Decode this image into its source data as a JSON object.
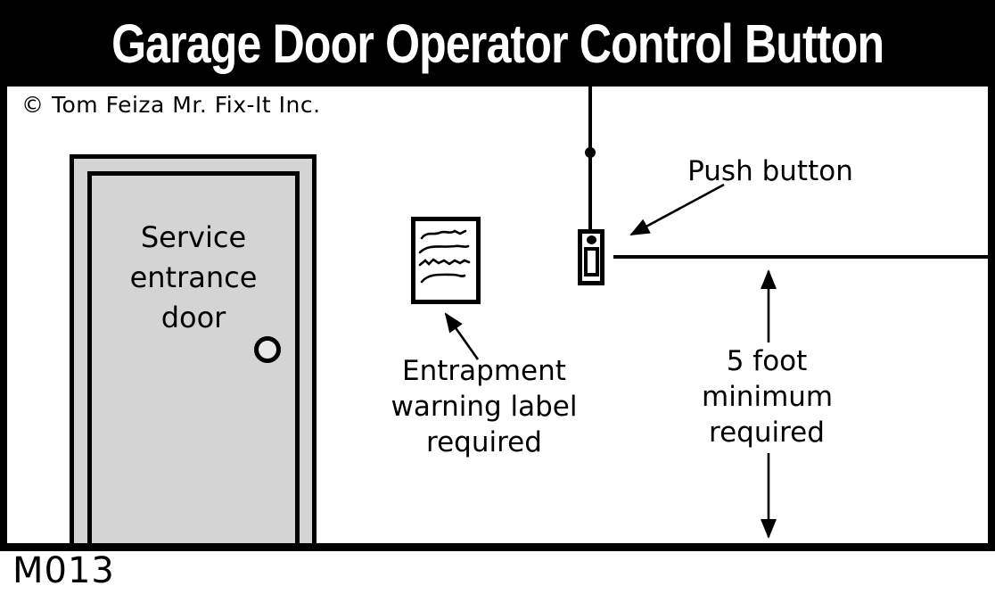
{
  "header": {
    "title": "Garage Door Operator Control Button"
  },
  "copyright": "© Tom Feiza Mr. Fix-It Inc.",
  "drawing_code": "M013",
  "door": {
    "lines": [
      "Service",
      "entrance",
      "door"
    ]
  },
  "annotations": {
    "push_button": {
      "label": "Push button"
    },
    "entrapment": {
      "lines": [
        "Entrapment",
        "warning label",
        "required"
      ]
    },
    "clearance": {
      "lines": [
        "5 foot",
        "minimum",
        "required"
      ]
    }
  },
  "colors": {
    "frame": "#000000",
    "background": "#ffffff",
    "ink": "#000000",
    "title-text": "#ffffff",
    "door-fill": "#d4d4d4",
    "knob-fill": "#e9e9e9"
  }
}
